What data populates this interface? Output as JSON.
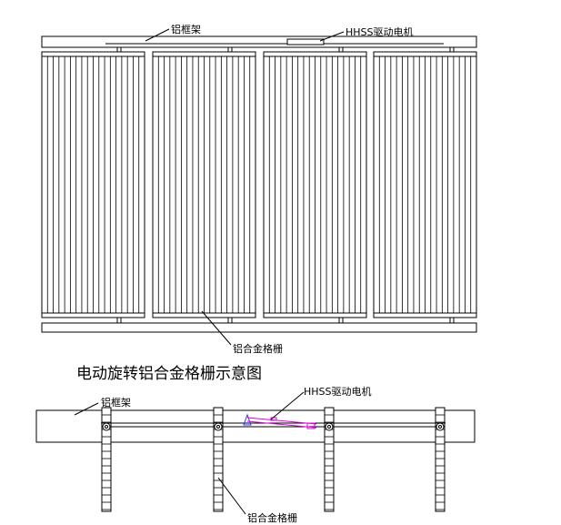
{
  "labels": {
    "frame_top": "铝框架",
    "motor_top": "HHSS驱动电机",
    "grille_top": "铝合金格栅",
    "title": "电动旋转铝合金格栅示意图",
    "frame_bottom": "铝框架",
    "motor_bottom": "HHSS驱动电机",
    "grille_bottom": "铝合金格栅"
  },
  "colors": {
    "line": "#000000",
    "motor_linkage": "#e000e0",
    "motor_bracket": "#3030ff"
  }
}
